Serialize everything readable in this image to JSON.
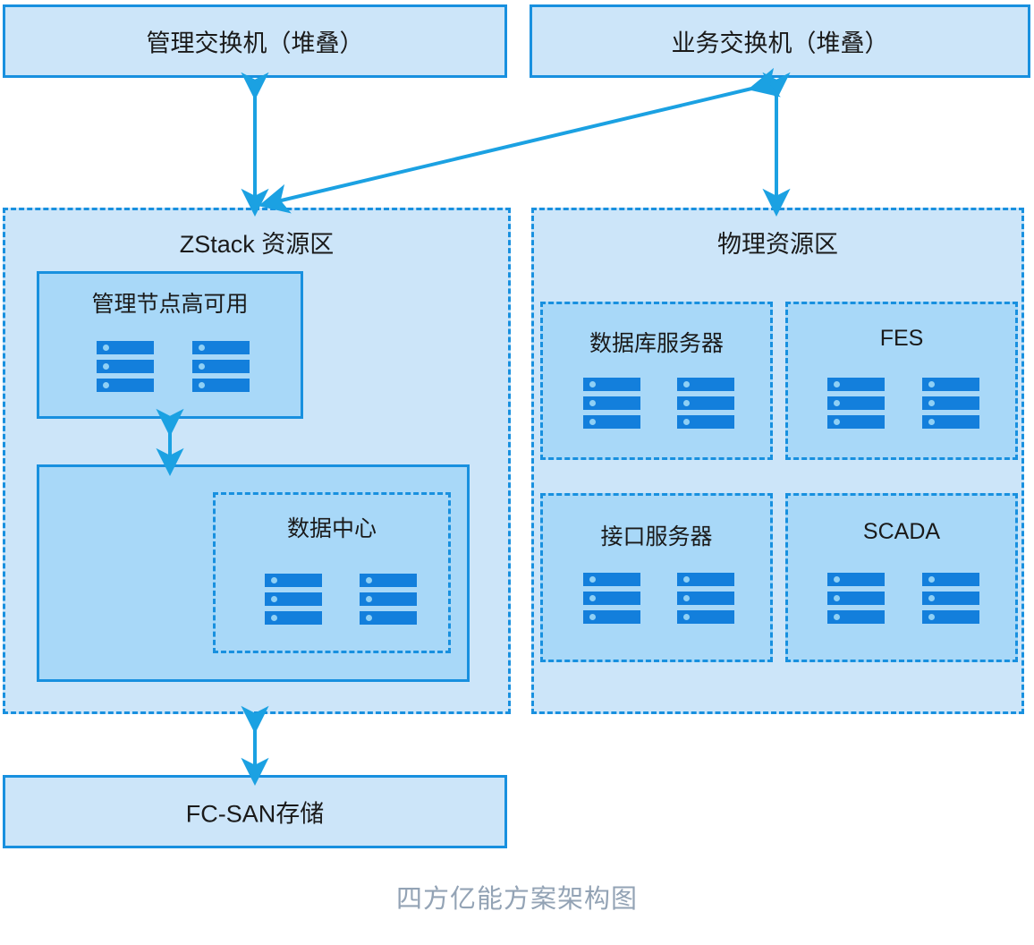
{
  "diagram": {
    "caption": "四方亿能方案架构图",
    "colors": {
      "stroke": "#1890DF",
      "fill_light": "#CCE5F9",
      "fill_mid": "#A8D8F8",
      "server_bar": "#137FDC",
      "server_dot": "#8FD0F5",
      "arrow": "#1BA1E2",
      "caption_text": "#93A3B5",
      "label_text": "#1A1A1A"
    },
    "top_switches": [
      {
        "id": "mgmt-switch",
        "label": "管理交换机（堆叠）"
      },
      {
        "id": "biz-switch",
        "label": "业务交换机（堆叠）"
      }
    ],
    "zstack_zone": {
      "title": "ZStack 资源区",
      "mgmt_node": {
        "title": "管理节点高可用",
        "server_count": 2
      },
      "cluster": {
        "data_center": {
          "title": "数据中心",
          "server_count": 2
        }
      }
    },
    "physical_zone": {
      "title": "物理资源区",
      "groups": [
        {
          "id": "db-server",
          "title": "数据库服务器",
          "server_count": 2
        },
        {
          "id": "fes",
          "title": "FES",
          "server_count": 2
        },
        {
          "id": "iface-server",
          "title": "接口服务器",
          "server_count": 2
        },
        {
          "id": "scada",
          "title": "SCADA",
          "server_count": 2
        }
      ]
    },
    "storage": {
      "label": "FC-SAN存储"
    },
    "connections": [
      {
        "id": "mgmt-switch-to-zstack",
        "from": "管理交换机（堆叠）",
        "to": "ZStack 资源区",
        "style": "double-arrow-vertical"
      },
      {
        "id": "biz-switch-to-physical",
        "from": "业务交换机（堆叠）",
        "to": "物理资源区",
        "style": "double-arrow-vertical"
      },
      {
        "id": "biz-switch-to-zstack",
        "from": "业务交换机（堆叠）",
        "to": "ZStack 资源区",
        "style": "double-arrow-diagonal"
      },
      {
        "id": "mgmt-node-to-cluster",
        "from": "管理节点高可用",
        "to": "数据中心",
        "style": "double-arrow-vertical"
      },
      {
        "id": "zstack-to-storage",
        "from": "ZStack 资源区",
        "to": "FC-SAN存储",
        "style": "double-arrow-vertical"
      }
    ]
  }
}
